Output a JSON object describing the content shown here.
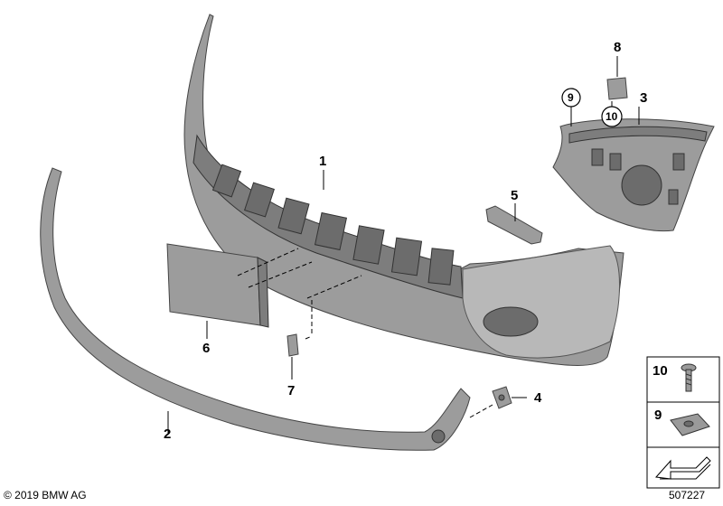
{
  "callouts": {
    "c1": "1",
    "c2": "2",
    "c3": "3",
    "c4": "4",
    "c5": "5",
    "c6": "6",
    "c7": "7",
    "c8": "8",
    "c9": "9",
    "c10": "10"
  },
  "legend": {
    "item1": "10",
    "item2": "9"
  },
  "footer": {
    "copyright": "© 2019 BMW AG",
    "diagram_id": "507227"
  },
  "colors": {
    "part": "#9c9c9c",
    "part_dark": "#7d7d7d",
    "outline": "#444444"
  }
}
